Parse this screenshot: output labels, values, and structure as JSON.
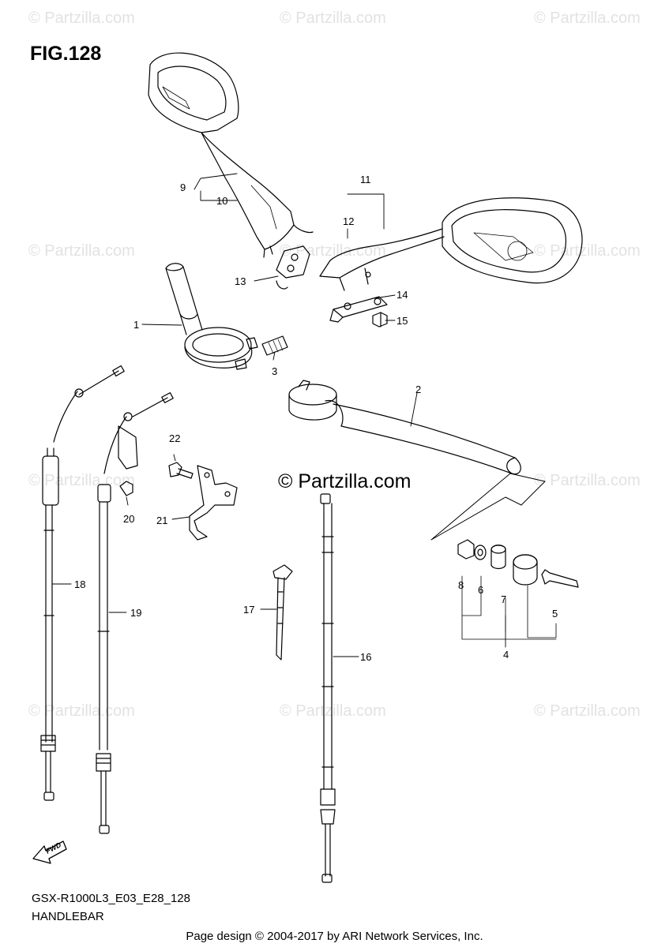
{
  "figure": {
    "title": "FIG.128",
    "model_code": "GSX-R1000L3_E03_E28_128",
    "caption": "HANDLEBAR"
  },
  "watermark": {
    "text": "© Partzilla.com",
    "center_text": "© Partzilla.com"
  },
  "footer": {
    "text": "Page design © 2004-2017 by ARI Network Services, Inc."
  },
  "fwd_badge": {
    "text": "FWD"
  },
  "callouts": {
    "p1": "1",
    "p2": "2",
    "p3": "3",
    "p4": "4",
    "p5": "5",
    "p6": "6",
    "p7": "7",
    "p8": "8",
    "p9": "9",
    "p10": "10",
    "p11": "11",
    "p12": "12",
    "p13": "13",
    "p14": "14",
    "p15": "15",
    "p16": "16",
    "p17": "17",
    "p18": "18",
    "p19": "19",
    "p20": "20",
    "p21": "21",
    "p22": "22"
  }
}
